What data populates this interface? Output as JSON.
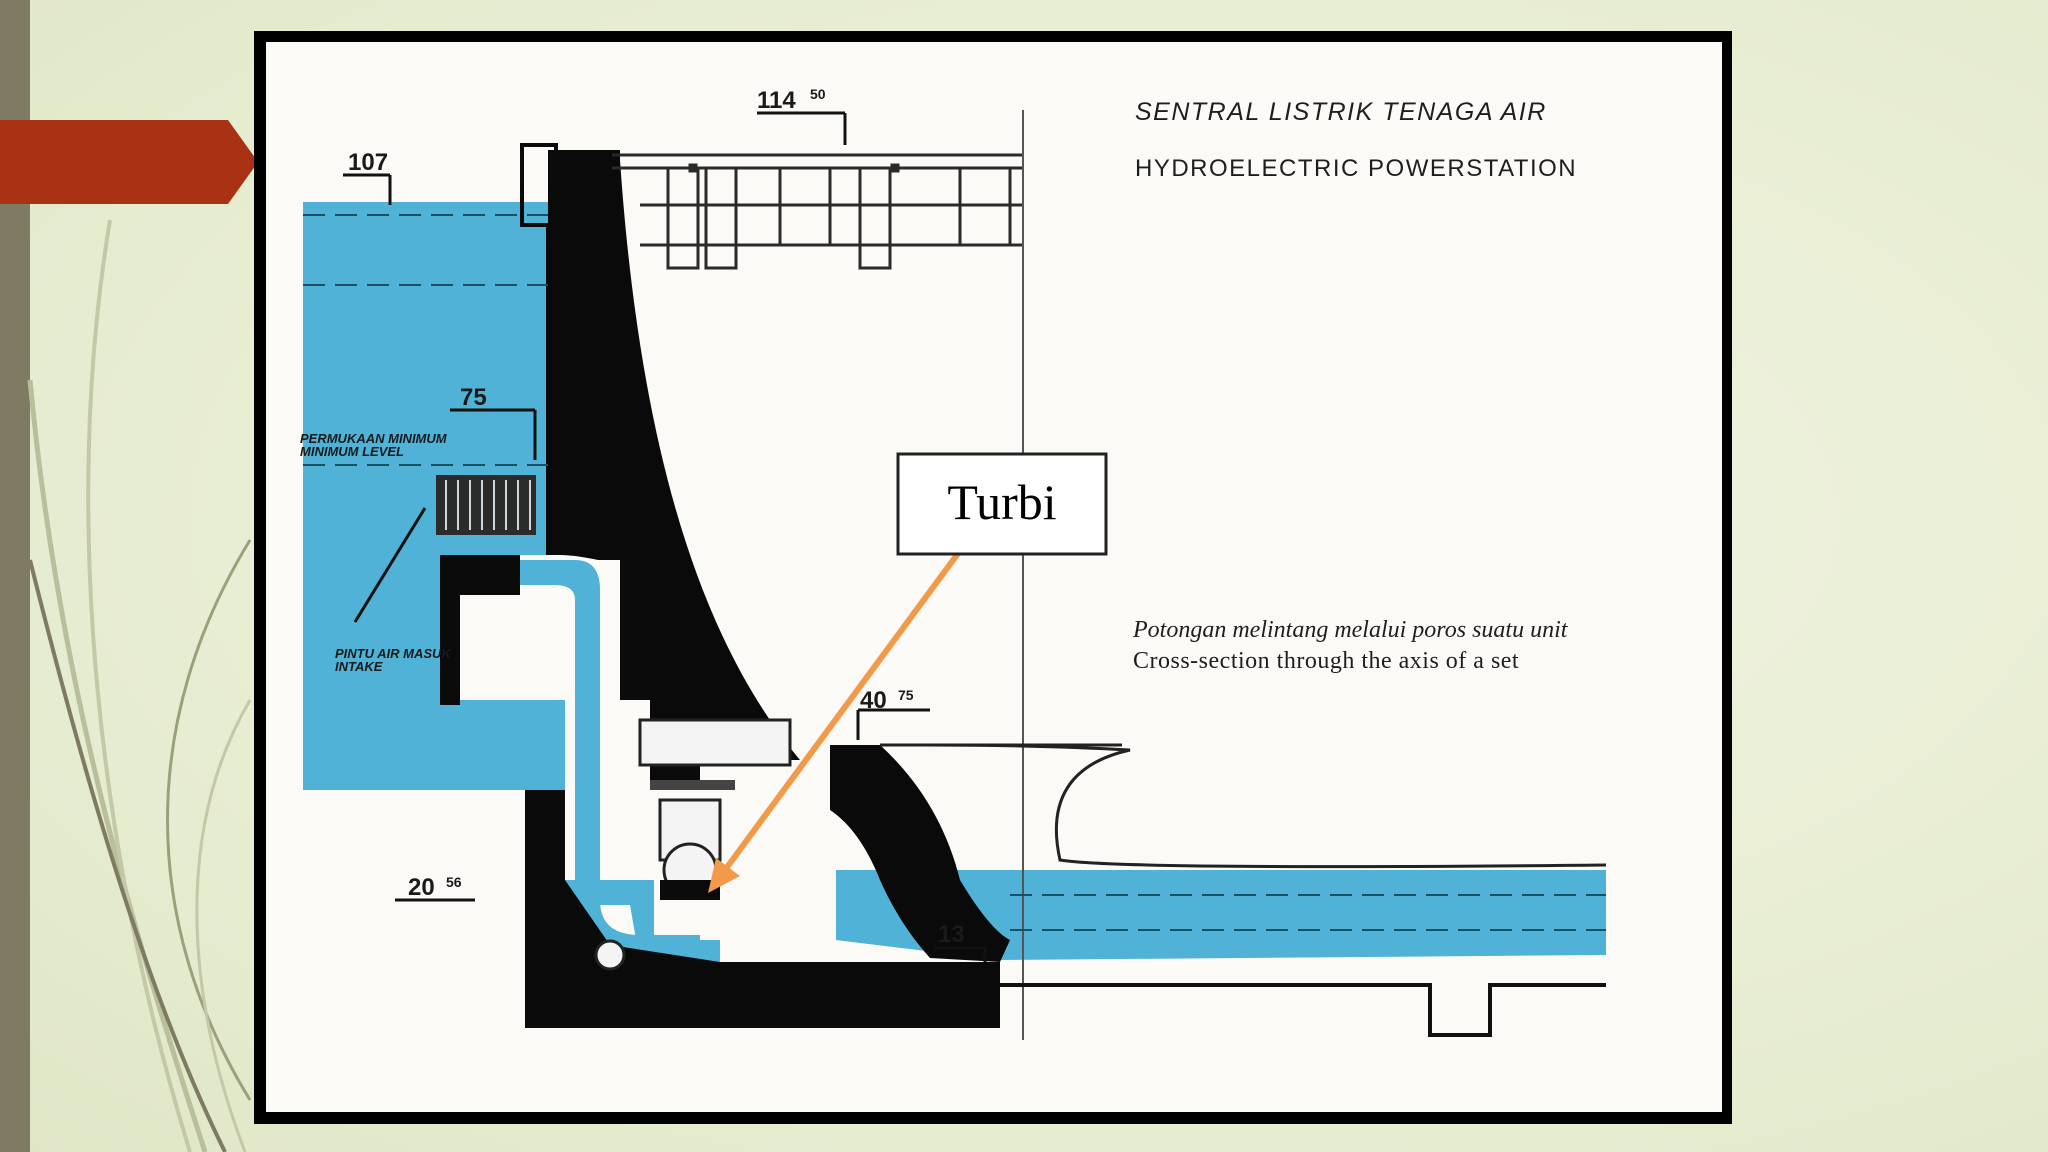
{
  "diagram": {
    "title": "SENTRAL LISTRIK TENAGA AIR",
    "subtitle": "HYDROELECTRIC POWERSTATION",
    "caption_id": "Potongan melintang melalui poros suatu unit",
    "caption_en": "Cross-section through the axis of a set",
    "callout": "Turbi",
    "levels": {
      "crest_main": "114",
      "crest_sup": "50",
      "upstream": "107",
      "minimum": "75",
      "tailwater_main": "40",
      "tailwater_sup": "75",
      "turbine_main": "20",
      "turbine_sup": "56",
      "draft": "13"
    },
    "labels": {
      "min_level_id": "PERMUKAAN MINIMUM",
      "min_level_en": "MINIMUM LEVEL",
      "intake_id": "PINTU AIR MASUK",
      "intake_en": "INTAKE"
    }
  },
  "colors": {
    "water": "#4fb2d6",
    "structure": "#0a0a0a",
    "callout_arrow": "#f29a4a",
    "slide_tab": "#a93214",
    "sidebar_stripe": "#7f7b62"
  }
}
